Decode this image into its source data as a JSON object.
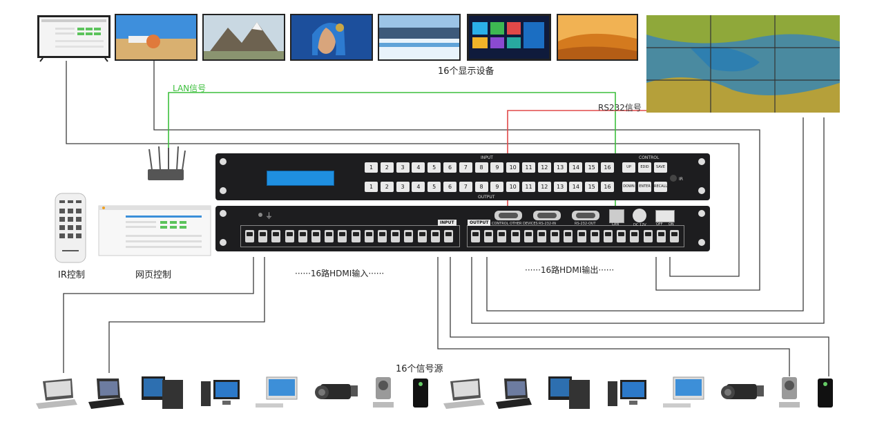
{
  "labels": {
    "display_devices": "16个显示设备",
    "lan_signal": "LAN信号",
    "rs232_signal": "RS232信号",
    "ir_control": "IR控制",
    "web_control": "网页控制",
    "hdmi_input": "······16路HDMI输入······",
    "hdmi_output": "······16路HDMI输出······",
    "signal_sources": "16个信号源"
  },
  "matrix": {
    "input_title": "INPUT",
    "output_title": "OUTPUT",
    "control_title": "CONTROL",
    "buttons": [
      "1",
      "2",
      "3",
      "4",
      "5",
      "6",
      "7",
      "8",
      "9",
      "10",
      "11",
      "12",
      "13",
      "14",
      "15",
      "16"
    ],
    "control_buttons": [
      "UP",
      "EDID",
      "SAVE",
      "DOWN",
      "ENTER",
      "RECALL"
    ],
    "ir_label": "IR",
    "rear_input_label": "INPUT",
    "rear_output_label": "OUTPUT",
    "serial_labels": [
      "CONTROL OTHER DEVICES",
      "RS-232-IN",
      "RS-232-OUT"
    ],
    "lan_label": "LAN",
    "power_label": "DC 12V",
    "switch_labels": [
      "OFF",
      "ON"
    ]
  },
  "colors": {
    "lan_line": "#3cbf3c",
    "rs232_line": "#e04848",
    "cable_line": "#3a3a3a",
    "panel": "#1d1d1f",
    "lcd": "#1f8fe0"
  },
  "icons": {
    "displays": [
      "tv-ui-icon",
      "tv-city-icon",
      "tv-mountain-icon",
      "tv-portrait-icon",
      "tv-waterfall-icon",
      "tv-smart-ui-icon",
      "tv-desert-icon",
      "video-wall-icon"
    ],
    "sources": [
      "laptop-icon",
      "laptop-icon",
      "desktop-pc-icon",
      "desktop-pc-icon",
      "imac-icon",
      "camcorder-icon",
      "webcam-icon",
      "game-console-icon",
      "laptop-icon",
      "laptop-icon",
      "desktop-pc-icon",
      "desktop-pc-icon",
      "imac-icon",
      "camcorder-icon",
      "webcam-icon",
      "game-console-icon"
    ],
    "control": [
      "router-icon",
      "remote-control-icon",
      "web-ui-icon"
    ]
  }
}
